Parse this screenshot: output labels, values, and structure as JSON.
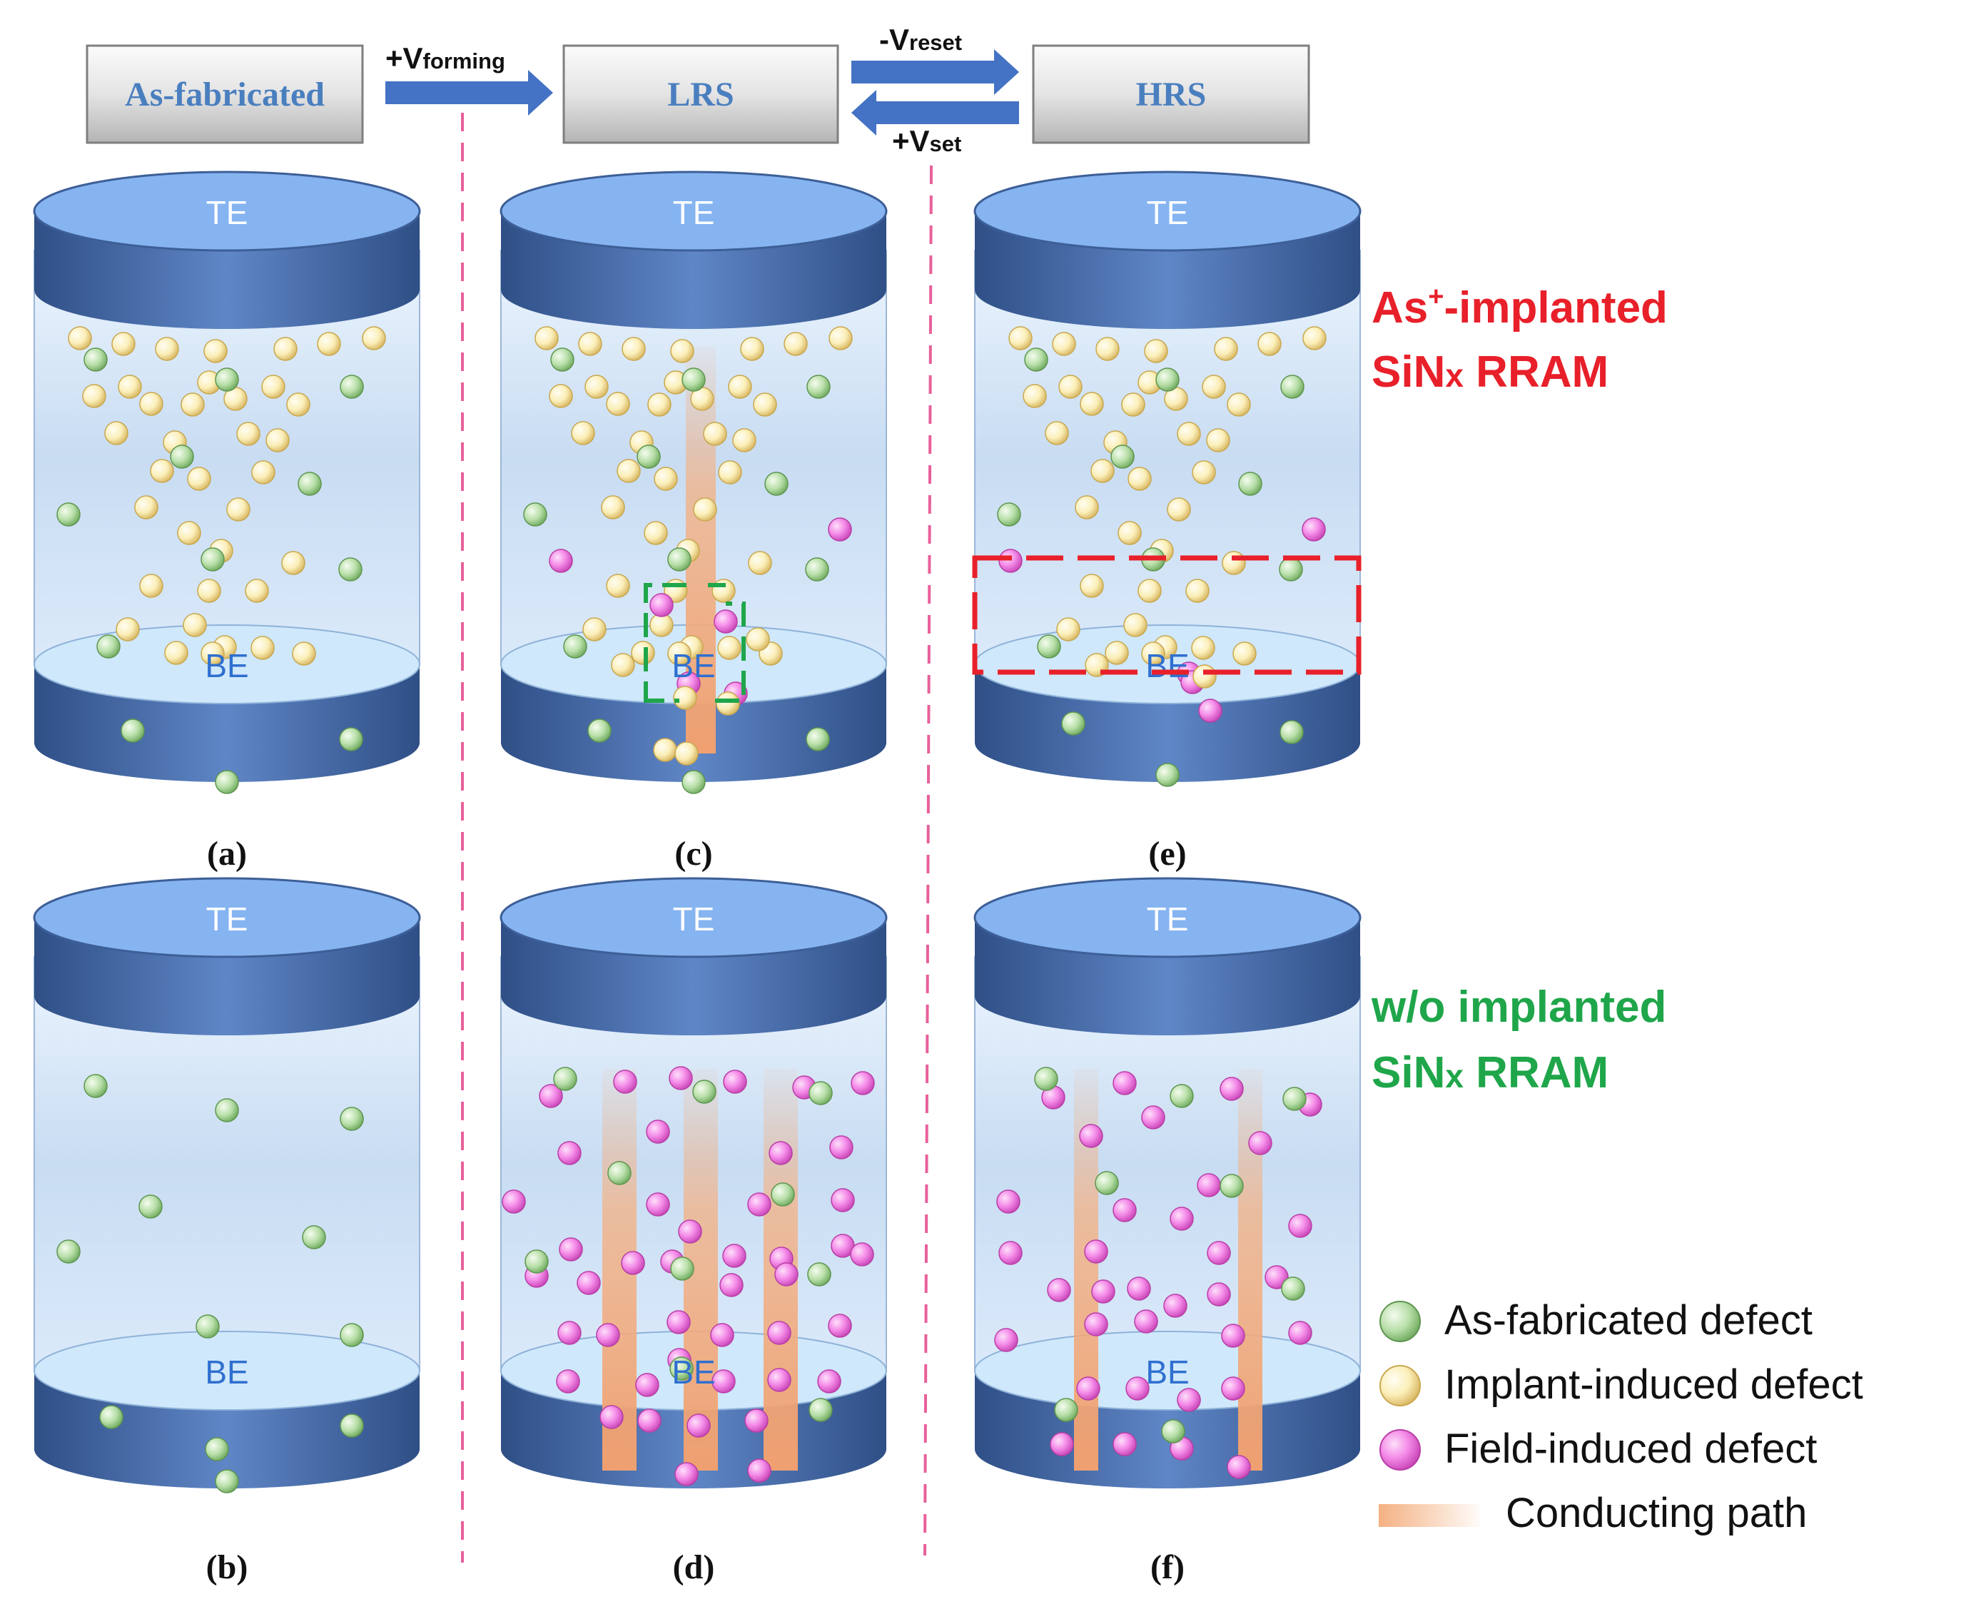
{
  "states": {
    "as_fabricated": "As-fabricated",
    "lrs": "LRS",
    "hrs": "HRS"
  },
  "arrows": {
    "forming_sign": "+V",
    "forming_sub": "forming",
    "reset_sign": "-V",
    "reset_sub": "reset",
    "set_sign": "+V",
    "set_sub": "set"
  },
  "electrodes": {
    "top": "TE",
    "bottom": "BE"
  },
  "panel_labels": [
    "(a)",
    "(b)",
    "(c)",
    "(d)",
    "(e)",
    "(f)"
  ],
  "row_labels": {
    "implanted_line1_pre": "As",
    "implanted_line1_sup": "+",
    "implanted_line1_post": "-implanted",
    "implanted_line2_pre": "SiN",
    "implanted_line2_small": "x",
    "implanted_line2_post": " RRAM",
    "plain_line1": "w/o implanted",
    "plain_line2_pre": "SiN",
    "plain_line2_small": "x",
    "plain_line2_post": " RRAM"
  },
  "legend": {
    "as_fabricated": "As-fabricated defect",
    "implant_induced": "Implant-induced defect",
    "field_induced": "Field-induced defect",
    "conducting_path": "Conducting path"
  },
  "colors": {
    "cylinder_blue": "#3d5f97",
    "cap_top": "#86b4f1",
    "bottom_face": "#cfe8fb",
    "state_text": "#4a7fbf",
    "arrow": "#4472c4",
    "divider": "#e8609a",
    "implanted_label": "#e8202a",
    "plain_label": "#1fa64a",
    "as_fab_defect": "#a8d69a",
    "implant_defect": "#fbe9a8",
    "field_defect": "#f47fe6",
    "path": "#f4b183",
    "reset_box": "#e8202a",
    "lrs_box": "#1fa64a"
  }
}
